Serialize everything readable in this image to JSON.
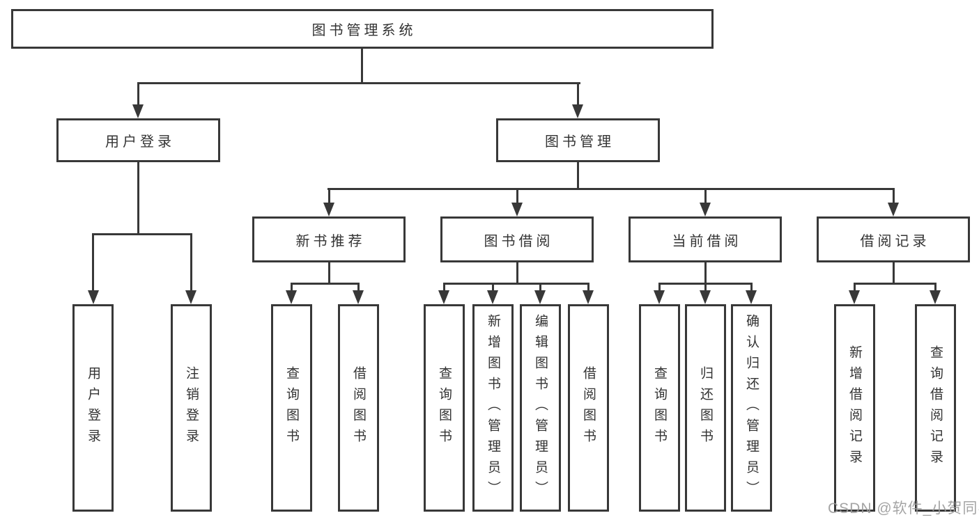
{
  "diagram": {
    "root": {
      "label": "图书管理系统"
    },
    "user_login": {
      "label": "用户登录",
      "children": [
        "用户登录",
        "注销登录"
      ]
    },
    "book_mgmt": {
      "label": "图书管理"
    },
    "new_books": {
      "label": "新书推荐",
      "children": [
        "查询图书",
        "借阅图书"
      ]
    },
    "book_borrow": {
      "label": "图书借阅",
      "children": [
        "查询图书",
        "新增图书（管理员）",
        "编辑图书（管理员）",
        "借阅图书"
      ]
    },
    "current_borrow": {
      "label": "当前借阅",
      "children": [
        "查询图书",
        "归还图书",
        "确认归还（管理员）"
      ]
    },
    "borrow_records": {
      "label": "借阅记录",
      "children": [
        "新增借阅记录",
        "查询借阅记录"
      ]
    }
  },
  "watermark": {
    "text": "CSDN @软件_小贺同学"
  },
  "colors": {
    "line": "#383838",
    "text": "#333333",
    "background": "#ffffff",
    "watermark": "#9b9b9b"
  }
}
